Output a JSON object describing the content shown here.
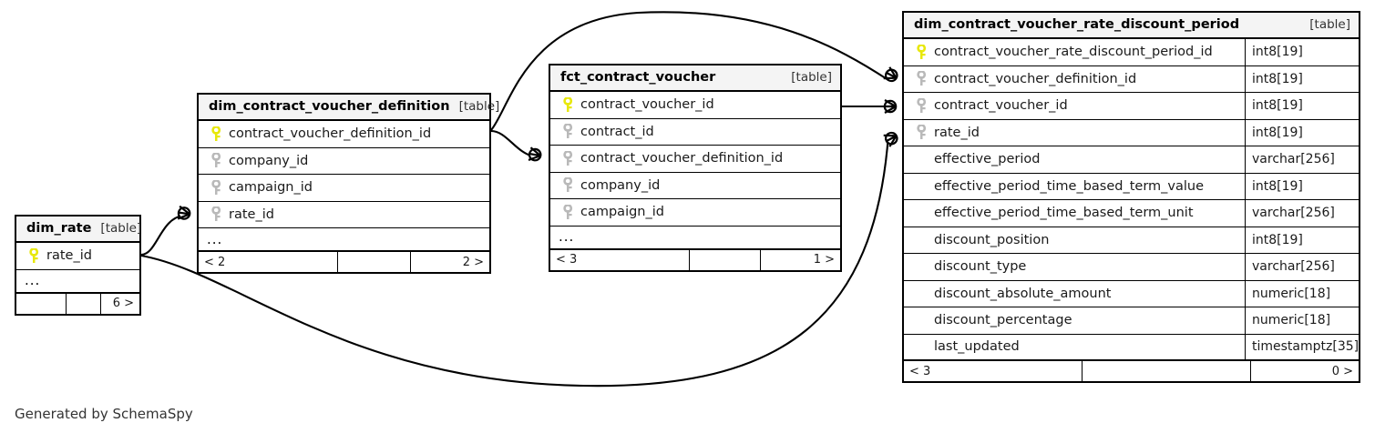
{
  "diagram": {
    "caption": "Generated by SchemaSpy",
    "table_badge": "[table]",
    "ellipsis": "...",
    "line_color": "#000000"
  },
  "tables": {
    "dim_rate": {
      "name": "dim_rate",
      "badge": "[table]",
      "columns": [
        {
          "name": "rate_id",
          "type": "",
          "key": "primary"
        }
      ],
      "has_ellipsis": true,
      "footer": {
        "left": "",
        "mid": "",
        "right": "6 >"
      }
    },
    "dim_contract_voucher_definition": {
      "name": "dim_contract_voucher_definition",
      "badge": "[table]",
      "columns": [
        {
          "name": "contract_voucher_definition_id",
          "type": "",
          "key": "primary"
        },
        {
          "name": "company_id",
          "type": "",
          "key": "foreign"
        },
        {
          "name": "campaign_id",
          "type": "",
          "key": "foreign"
        },
        {
          "name": "rate_id",
          "type": "",
          "key": "foreign"
        }
      ],
      "has_ellipsis": true,
      "footer": {
        "left": "< 2",
        "mid": "",
        "right": "2 >"
      }
    },
    "fct_contract_voucher": {
      "name": "fct_contract_voucher",
      "badge": "[table]",
      "columns": [
        {
          "name": "contract_voucher_id",
          "type": "",
          "key": "primary"
        },
        {
          "name": "contract_id",
          "type": "",
          "key": "foreign"
        },
        {
          "name": "contract_voucher_definition_id",
          "type": "",
          "key": "foreign"
        },
        {
          "name": "company_id",
          "type": "",
          "key": "foreign"
        },
        {
          "name": "campaign_id",
          "type": "",
          "key": "foreign"
        }
      ],
      "has_ellipsis": true,
      "footer": {
        "left": "< 3",
        "mid": "",
        "right": "1 >"
      }
    },
    "dim_contract_voucher_rate_discount_period": {
      "name": "dim_contract_voucher_rate_discount_period",
      "badge": "[table]",
      "columns": [
        {
          "name": "contract_voucher_rate_discount_period_id",
          "type": "int8[19]",
          "key": "primary"
        },
        {
          "name": "contract_voucher_definition_id",
          "type": "int8[19]",
          "key": "foreign"
        },
        {
          "name": "contract_voucher_id",
          "type": "int8[19]",
          "key": "foreign"
        },
        {
          "name": "rate_id",
          "type": "int8[19]",
          "key": "foreign"
        },
        {
          "name": "effective_period",
          "type": "varchar[256]",
          "key": "none"
        },
        {
          "name": "effective_period_time_based_term_value",
          "type": "int8[19]",
          "key": "none"
        },
        {
          "name": "effective_period_time_based_term_unit",
          "type": "varchar[256]",
          "key": "none"
        },
        {
          "name": "discount_position",
          "type": "int8[19]",
          "key": "none"
        },
        {
          "name": "discount_type",
          "type": "varchar[256]",
          "key": "none"
        },
        {
          "name": "discount_absolute_amount",
          "type": "numeric[18]",
          "key": "none"
        },
        {
          "name": "discount_percentage",
          "type": "numeric[18]",
          "key": "none"
        },
        {
          "name": "last_updated",
          "type": "timestamptz[35]",
          "key": "none"
        }
      ],
      "has_ellipsis": false,
      "footer": {
        "left": "< 3",
        "mid": "",
        "right": "0 >"
      }
    }
  },
  "relationships": [
    {
      "from": "dim_rate.rate_id",
      "to": "dim_contract_voucher_definition.rate_id"
    },
    {
      "from": "dim_rate.rate_id",
      "to": "dim_contract_voucher_rate_discount_period.rate_id"
    },
    {
      "from": "dim_contract_voucher_definition.contract_voucher_definition_id",
      "to": "fct_contract_voucher.contract_voucher_definition_id"
    },
    {
      "from": "dim_contract_voucher_definition.contract_voucher_definition_id",
      "to": "dim_contract_voucher_rate_discount_period.contract_voucher_definition_id"
    },
    {
      "from": "fct_contract_voucher.contract_voucher_id",
      "to": "dim_contract_voucher_rate_discount_period.contract_voucher_id"
    }
  ],
  "colors": {
    "primary_key": "#e8e80c",
    "foreign_key": "#b9b9b9",
    "header_bg": "#f4f4f4",
    "border": "#000000",
    "caption": "#333333"
  }
}
